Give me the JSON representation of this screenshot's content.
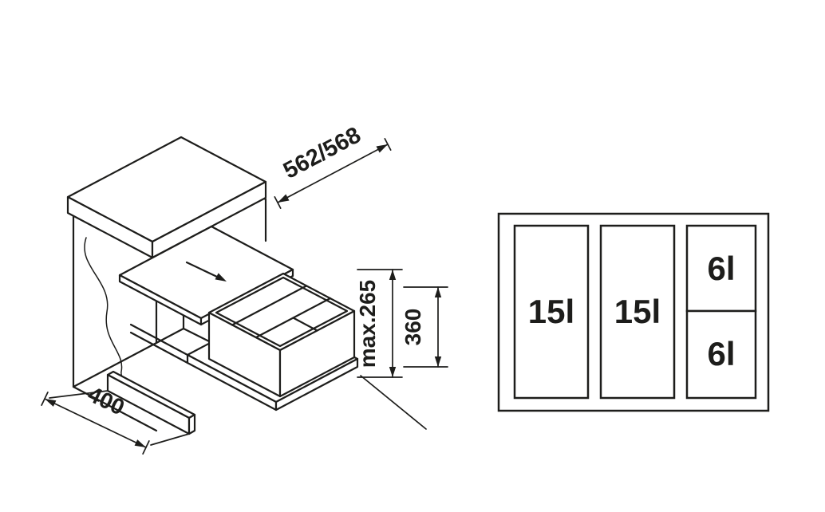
{
  "drawing": {
    "dimensions": {
      "depth": "562/568",
      "max_height": "max.265",
      "bin_height": "360",
      "width": "400"
    },
    "top_view": {
      "bins": [
        {
          "label": "15l"
        },
        {
          "label": "15l"
        },
        {
          "label": "6l"
        },
        {
          "label": "6l"
        }
      ]
    },
    "colors": {
      "line": "#1d1d1b",
      "background": "#ffffff"
    }
  }
}
